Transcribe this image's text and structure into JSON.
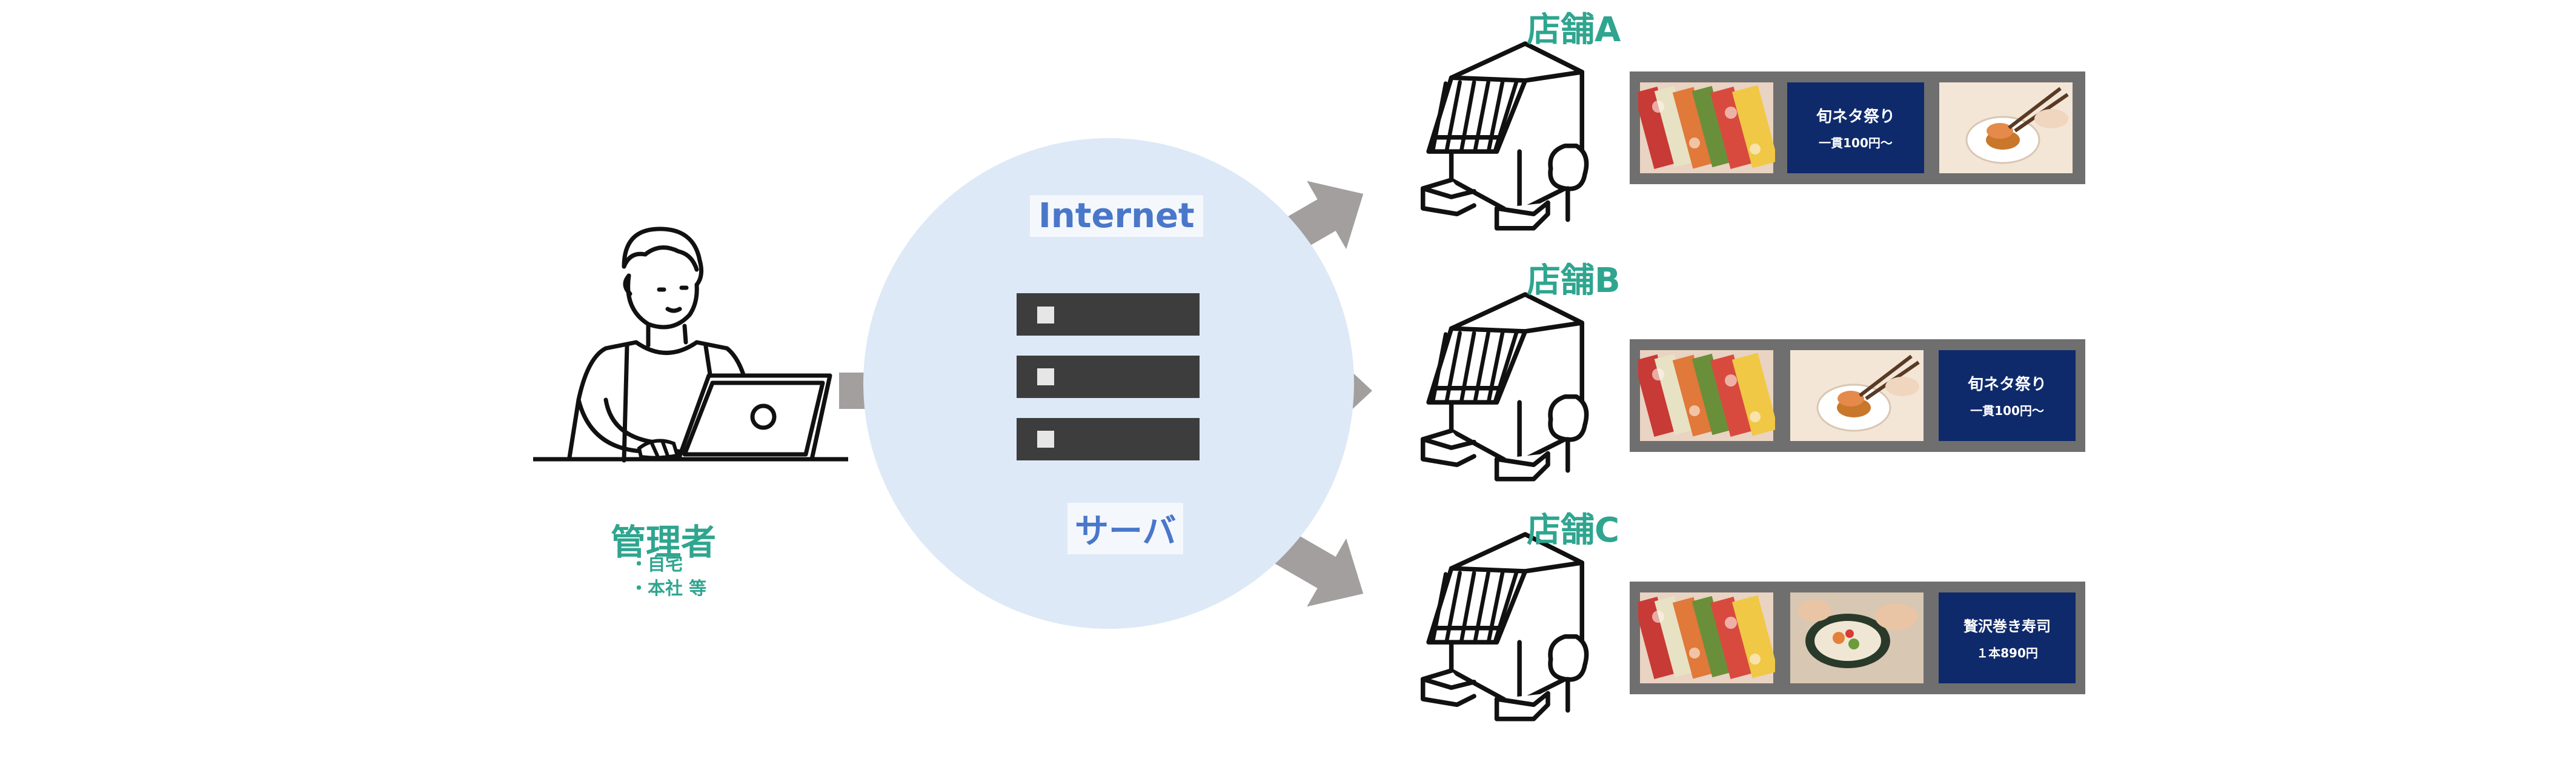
{
  "admin": {
    "label": "管理者",
    "locations": [
      "・自宅",
      "・本社 等"
    ]
  },
  "network": {
    "internet_label": "Internet",
    "server_label": "サーバ"
  },
  "stores": [
    {
      "name": "店舗A",
      "panels": [
        {
          "type": "photo",
          "icon": "sushi-platter-image"
        },
        {
          "type": "sign",
          "line1": "旬ネタ祭り",
          "line2": "一貫100円～"
        },
        {
          "type": "photo",
          "icon": "sushi-dipping-image"
        }
      ]
    },
    {
      "name": "店舗B",
      "panels": [
        {
          "type": "photo",
          "icon": "sushi-platter-image"
        },
        {
          "type": "photo",
          "icon": "sushi-dipping-image"
        },
        {
          "type": "sign",
          "line1": "旬ネタ祭り",
          "line2": "一貫100円～"
        }
      ]
    },
    {
      "name": "店舗C",
      "panels": [
        {
          "type": "photo",
          "icon": "sushi-platter-image"
        },
        {
          "type": "photo",
          "icon": "sushi-roll-image"
        },
        {
          "type": "sign",
          "line1": "贅沢巻き寿司",
          "line2": "１本890円"
        }
      ]
    }
  ],
  "colors": {
    "accent_teal": "#2fa58f",
    "internet_blue": "#4a77c9",
    "cloud_fill": "#dde9f6",
    "arrow_gray": "#a39f9f",
    "server_dark": "#3d3d3d",
    "sign_navy": "#0f2a6b",
    "frame_gray": "#6f6f6f"
  }
}
